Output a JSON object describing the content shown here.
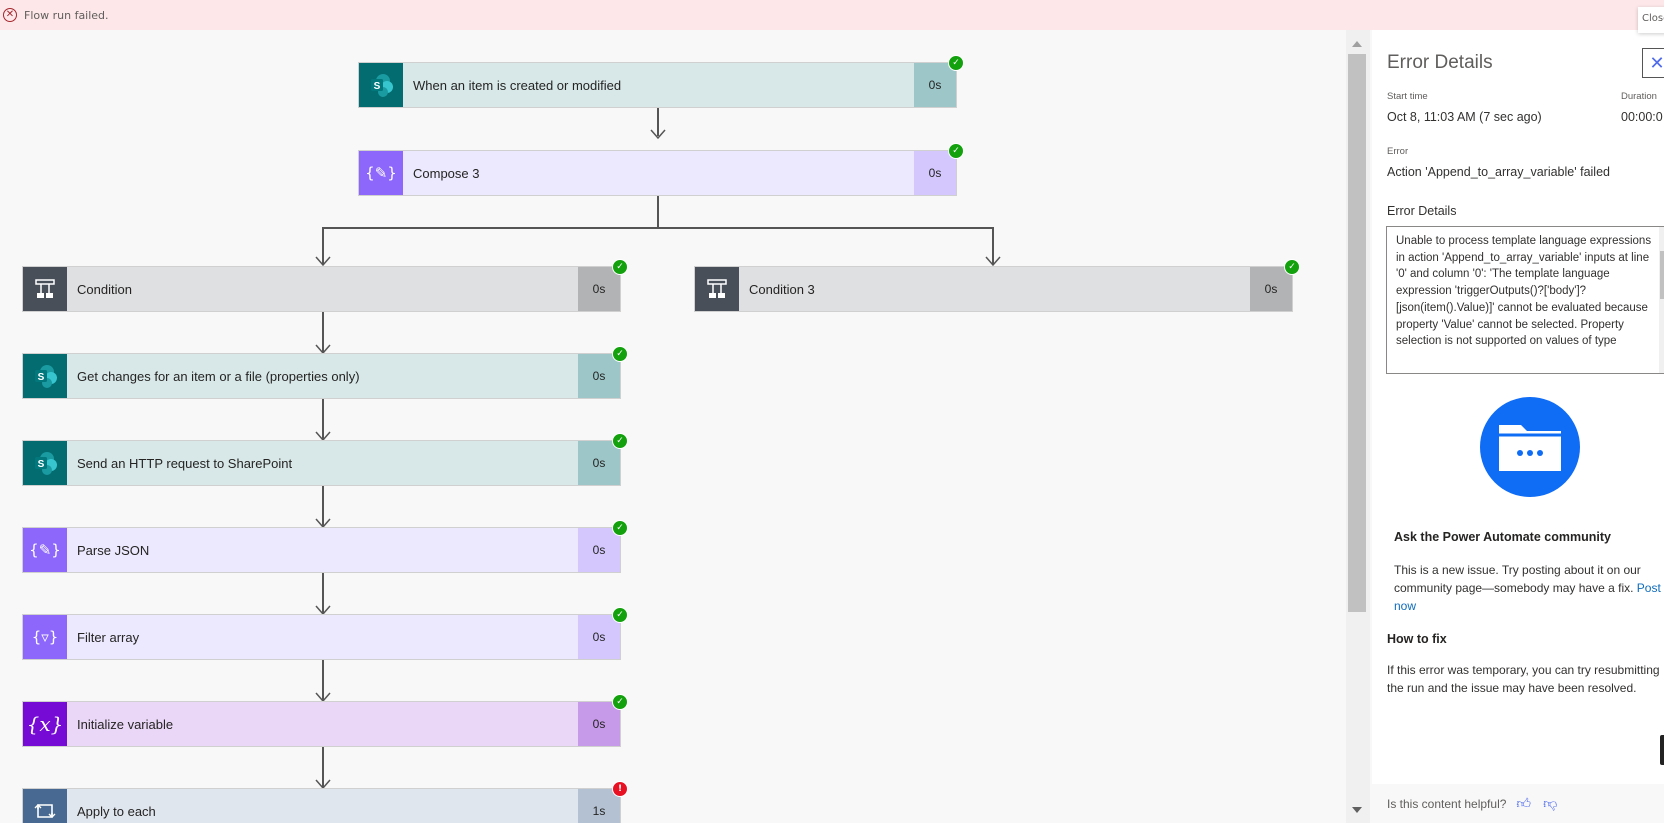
{
  "banner": {
    "icon": "error-circle-icon",
    "text": "Flow run failed."
  },
  "flow": {
    "trigger": {
      "label": "When an item is created or modified",
      "duration": "0s",
      "status": "succeeded",
      "icon": "sharepoint-icon"
    },
    "compose": {
      "label": "Compose 3",
      "duration": "0s",
      "status": "succeeded",
      "icon": "data-operation-icon"
    },
    "branch_left": [
      {
        "label": "Condition",
        "duration": "0s",
        "status": "succeeded",
        "icon": "condition-icon",
        "kind": "cd"
      },
      {
        "label": "Get changes for an item or a file (properties only)",
        "duration": "0s",
        "status": "succeeded",
        "icon": "sharepoint-icon",
        "kind": "sp"
      },
      {
        "label": "Send an HTTP request to SharePoint",
        "duration": "0s",
        "status": "succeeded",
        "icon": "sharepoint-icon",
        "kind": "sp"
      },
      {
        "label": "Parse JSON",
        "duration": "0s",
        "status": "succeeded",
        "icon": "data-operation-icon",
        "kind": "dt"
      },
      {
        "label": "Filter array",
        "duration": "0s",
        "status": "succeeded",
        "icon": "filter-array-icon",
        "kind": "dt"
      },
      {
        "label": "Initialize variable",
        "duration": "0s",
        "status": "succeeded",
        "icon": "variable-icon",
        "kind": "vr"
      },
      {
        "label": "Apply to each",
        "duration": "1s",
        "status": "failed",
        "icon": "loop-icon",
        "kind": "lp"
      }
    ],
    "branch_right": [
      {
        "label": "Condition 3",
        "duration": "0s",
        "status": "succeeded",
        "icon": "condition-icon",
        "kind": "cd"
      }
    ]
  },
  "panel": {
    "title": "Error Details",
    "close_tooltip": "Close",
    "start_time_label": "Start time",
    "start_time": "Oct 8, 11:03 AM (7 sec ago)",
    "duration_label": "Duration",
    "duration": "00:00:0",
    "error_label": "Error",
    "error": "Action 'Append_to_array_variable' failed",
    "error_details_label": "Error Details",
    "error_details": "Unable to process template language expressions in action 'Append_to_array_variable' inputs at line '0' and column '0': 'The template language expression 'triggerOutputs()?['body']?[json(item().Value)]' cannot be evaluated because property 'Value' cannot be selected. Property selection is not supported on values of type",
    "community_title": "Ask the Power Automate community",
    "community_text": "This is a new issue. Try posting about it on our community page—somebody may have a fix.",
    "community_link": "Post it now",
    "fix_title": "How to fix",
    "fix_text": "If this error was temporary, you can try resubmitting the run and the issue may have been resolved.",
    "feedback_question": "Is this content helpful?"
  },
  "colors": {
    "success": "#13a10e",
    "failure": "#e81123",
    "banner_bg": "#fde7e9",
    "link": "#0f6cbd"
  }
}
